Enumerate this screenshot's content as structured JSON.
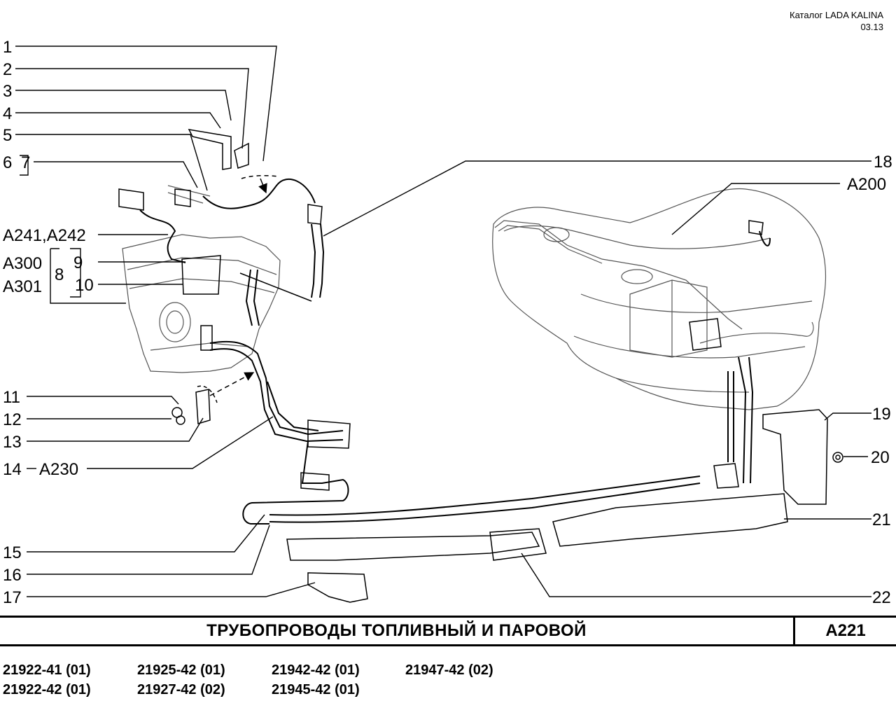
{
  "header": {
    "catalog": "Каталог LADA KALINA",
    "date": "03.13"
  },
  "callouts": {
    "c1": "1",
    "c2": "2",
    "c3": "3",
    "c4": "4",
    "c5": "5",
    "c6": "6",
    "c7": "7",
    "c8": "8",
    "c9": "9",
    "c10": "10",
    "c11": "11",
    "c12": "12",
    "c13": "13",
    "c14": "14",
    "c15": "15",
    "c16": "16",
    "c17": "17",
    "c18": "18",
    "c19": "19",
    "c20": "20",
    "c21": "21",
    "c22": "22",
    "a241": "A241,A242",
    "a300": "A300",
    "a301": "A301",
    "a230": "A230",
    "a200": "A200"
  },
  "title": {
    "text": "ТРУБОПРОВОДЫ  ТОПЛИВНЫЙ  И  ПАРОВОЙ",
    "code": "A221"
  },
  "models": {
    "m1": "21922-41 (01)",
    "m2": "21925-42 (01)",
    "m3": "21942-42 (01)",
    "m4": "21947-42 (02)",
    "m5": "21922-42 (01)",
    "m6": "21927-42 (02)",
    "m7": "21945-42 (01)"
  }
}
